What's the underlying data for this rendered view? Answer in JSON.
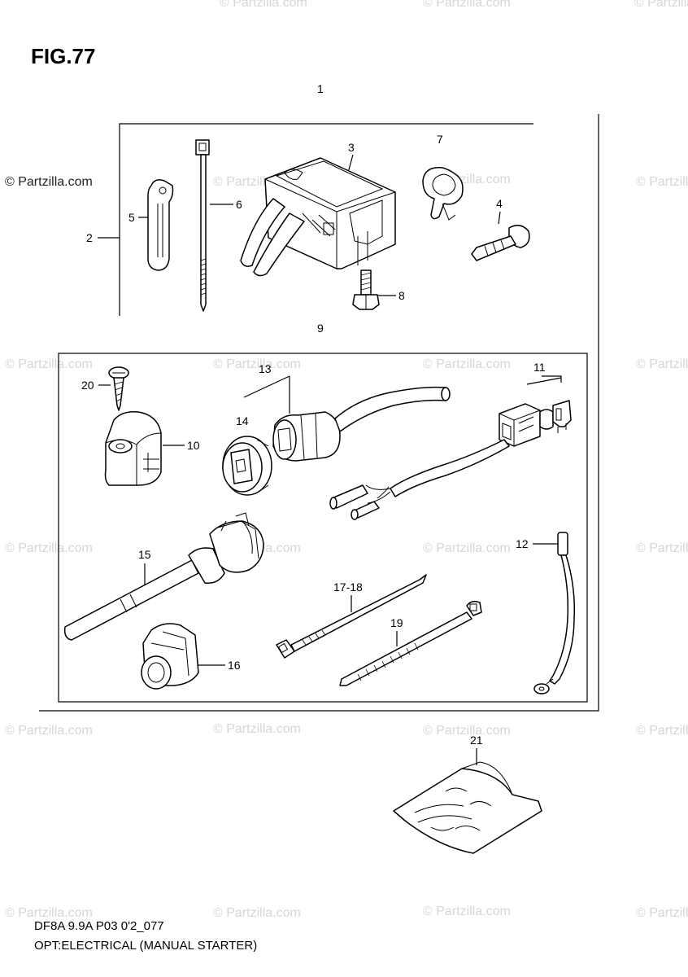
{
  "figure": {
    "title": "FIG.77",
    "footer_code": "DF8A 9.9A P03 0'2_077",
    "footer_caption": "OPT:ELECTRICAL (MANUAL STARTER)"
  },
  "watermark": {
    "text": "© Partzilla.com"
  },
  "callouts": {
    "c1": "1",
    "c2": "2",
    "c3": "3",
    "c4": "4",
    "c5": "5",
    "c6": "6",
    "c7": "7",
    "c8": "8",
    "c9": "9",
    "c10": "10",
    "c11": "11",
    "c12": "12",
    "c13": "13",
    "c14": "14",
    "c15": "15",
    "c16": "16",
    "c17_18": "17-18",
    "c19": "19",
    "c20": "20",
    "c21": "21"
  },
  "icons": {
    "fuse": "fuse-icon",
    "bolt": "bolt-icon"
  },
  "colors": {
    "ink": "#000000",
    "watermark": "#d6d6d6"
  }
}
